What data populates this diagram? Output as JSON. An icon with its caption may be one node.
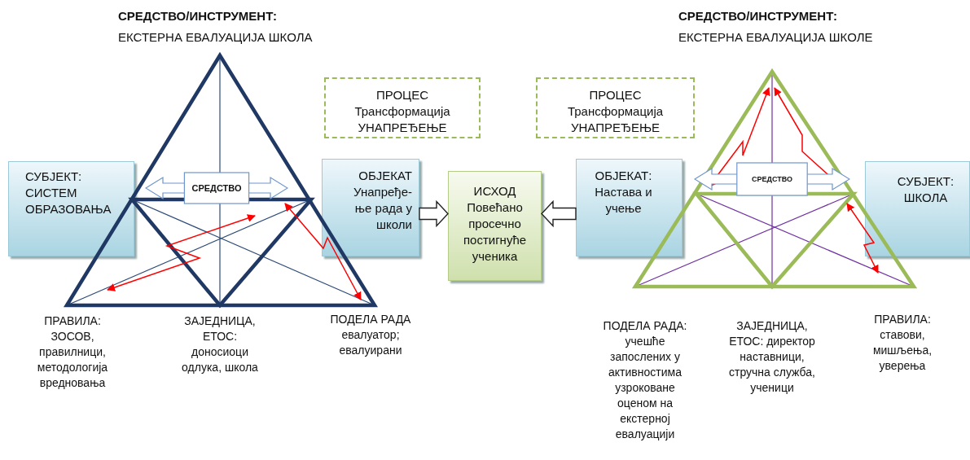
{
  "diagram": {
    "nodes": [
      {
        "text": [
          "СУБЈЕКТ:",
          "СИСТЕМ ОБРАЗОВАЊА"
        ]
      },
      {
        "text": [
          "СРЕДСТВО"
        ]
      },
      {
        "text": [
          "ПРОЦЕС",
          "Трансформација УНАПРЕЂЕЊЕ"
        ]
      },
      {
        "text": [
          "ОБЈЕКАТ",
          "Унапређе- ње рада у школи"
        ]
      },
      {
        "text": [
          "ИСХОД",
          "Повећано просечно постигнуће ученика"
        ]
      },
      {
        "text": [
          "ПРОЦЕС",
          "Трансформација УНАПРЕЂЕЊЕ"
        ]
      },
      {
        "text": [
          "ОБЈЕКАТ:",
          "Настава и учење"
        ]
      },
      {
        "text": [
          "СРЕДСТВО"
        ]
      },
      {
        "text": [
          "СУБЈЕКТ:",
          "ШКОЛА"
        ]
      }
    ],
    "edges": [
      {
        "from": 3,
        "to": 4,
        "arrow": "to"
      },
      {
        "from": 6,
        "to": 4,
        "arrow": "to"
      }
    ],
    "labels": [
      "СРЕДСТВО/ИНСТРУМЕНТ:",
      "ЕКСТЕРНА ЕВАЛУАЦИЈА ШКОЛА",
      "СРЕДСТВО/ИНСТРУМЕНТ:",
      "ЕКСТЕРНА ЕВАЛУАЦИЈА ШКОЛЕ",
      "ПРАВИЛА: ЗОСОВ, правилници, методологија вредновања",
      "ЗАЈЕДНИЦА, ЕТОС: доносиоци одлука, школа",
      "ПОДЕЛА РАДА евалуатор; евалуирани",
      "ПОДЕЛА РАДА: учешће запослених у активностима узроковане оценом на екстерној евалуацији",
      "ЗАЈЕДНИЦА, ЕТОС: директор наставници, стручна служба, ученици",
      "ПРАВИЛА: ставови, мишљења, уверења"
    ]
  }
}
